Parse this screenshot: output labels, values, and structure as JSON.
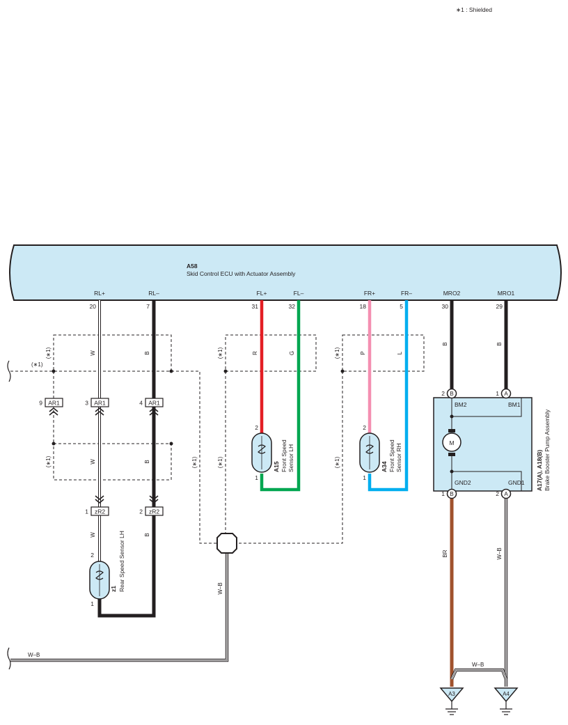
{
  "legend_note": "∗1 : Shielded",
  "ecu": {
    "code": "A58",
    "name": "Skid Control ECU with Actuator Assembly",
    "fill_color": "#cce9f5",
    "terminals": [
      {
        "name": "RL+",
        "pin": "20"
      },
      {
        "name": "RL–",
        "pin": "7"
      },
      {
        "name": "FL+",
        "pin": "31"
      },
      {
        "name": "FL–",
        "pin": "32"
      },
      {
        "name": "FR+",
        "pin": "18"
      },
      {
        "name": "FR–",
        "pin": "5"
      },
      {
        "name": "MRO2",
        "pin": "30"
      },
      {
        "name": "MRO1",
        "pin": "29"
      }
    ]
  },
  "wires": {
    "rl_plus": "W",
    "rl_minus": "B",
    "fl_plus": "R",
    "fl_minus": "G",
    "fr_plus": "P",
    "fr_minus": "L",
    "mro2": "B",
    "mro1": "B",
    "gnd2": "BR",
    "gnd1": "W–B",
    "ground_bridge": "W–B",
    "shield_drain": "W–B",
    "shield_out": "W–B"
  },
  "wire_colors": {
    "black": "#231f20",
    "red": "#e31e24",
    "green": "#00a650",
    "pink": "#f48fb1",
    "blue": "#00aeef",
    "brown": "#a0522d",
    "white": "#ffffff"
  },
  "shield_mark": "(∗1)",
  "connectors": {
    "ar1_shield": {
      "pin": "9",
      "name": "AR1"
    },
    "ar1_w": {
      "pin": "3",
      "name": "AR1"
    },
    "ar1_b": {
      "pin": "4",
      "name": "AR1"
    },
    "zr2_w": {
      "pin": "1",
      "name": "zR2"
    },
    "zr2_b": {
      "pin": "2",
      "name": "zR2"
    }
  },
  "sensors": {
    "rear_lh": {
      "code": "z1",
      "name": "Rear Speed Sensor LH",
      "pin_top": "2",
      "pin_bottom": "1"
    },
    "front_lh": {
      "code": "A15",
      "name_line1": "Front Speed",
      "name_line2": "Sensor LH",
      "pin_top": "2",
      "pin_bottom": "1"
    },
    "front_rh": {
      "code": "A34",
      "name_line1": "Front Speed",
      "name_line2": "Sensor RH",
      "pin_top": "2",
      "pin_bottom": "1"
    }
  },
  "pump": {
    "code": "A17(A), A18(B)",
    "name": "Brake Booster Pump Assembly",
    "motor_symbol": "M",
    "labels": {
      "bm2": "BM2",
      "bm1": "BM1",
      "gnd2": "GND2",
      "gnd1": "GND1"
    },
    "pins": {
      "top_left": {
        "pin": "2",
        "letter": "B"
      },
      "top_right": {
        "pin": "1",
        "letter": "A"
      },
      "bottom_left": {
        "pin": "1",
        "letter": "B"
      },
      "bottom_right": {
        "pin": "2",
        "letter": "A"
      }
    }
  },
  "grounds": {
    "left": "A3",
    "right": "A4"
  }
}
